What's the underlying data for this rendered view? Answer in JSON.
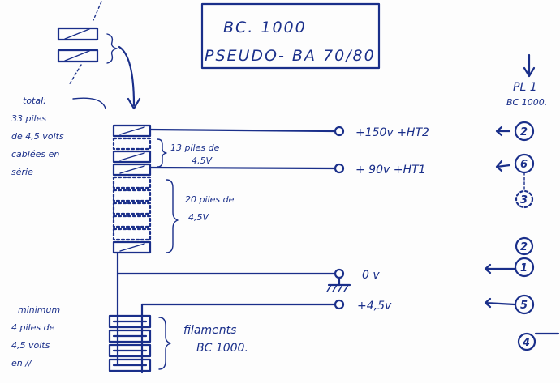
{
  "title_line1": "BC. 1000",
  "title_line2": "PSEUDO- BA 70/80",
  "pl_label": "PL 1",
  "pl_sub": "BC 1000.",
  "left_note": [
    "total:",
    "33 piles",
    "de 4,5 volts",
    "cablées en",
    "série"
  ],
  "group1_note": [
    "13 piles de",
    "4,5V"
  ],
  "group2_note": [
    "20 piles de",
    "4,5V"
  ],
  "left_note2": [
    "minimum",
    "4 piles de",
    "4,5 volts",
    "en //"
  ],
  "filaments_note": [
    "filaments",
    "BC 1000."
  ],
  "outputs": [
    {
      "label": "+150v  +HT2",
      "pin": "2"
    },
    {
      "label": "+ 90v  +HT1",
      "pin": "6"
    },
    {
      "label": "0 v",
      "pin": "1"
    },
    {
      "label": "+4,5v",
      "pin": "5"
    }
  ],
  "extra_pins": [
    "3",
    "2",
    "4"
  ],
  "colors": {
    "ink": "#1a2f8a"
  }
}
